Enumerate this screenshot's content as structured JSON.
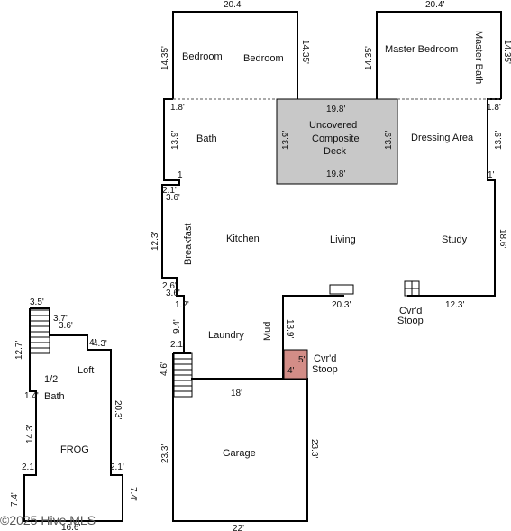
{
  "rooms": {
    "bedroom_1": "Bedroom",
    "bedroom_2": "Bedroom",
    "master_bedroom": "Master Bedroom",
    "master_bath": "Master Bath",
    "bath": "Bath",
    "deck_line1": "Uncovered",
    "deck_line2": "Composite",
    "deck_line3": "Deck",
    "dressing_area": "Dressing Area",
    "kitchen": "Kitchen",
    "living": "Living",
    "study": "Study",
    "breakfast": "Breakfast",
    "laundry": "Laundry",
    "mud": "Mud",
    "cvrd_stoop_1_line1": "Cvr'd",
    "cvrd_stoop_1_line2": "Stoop",
    "cvrd_stoop_2_line1": "Cvr'd",
    "cvrd_stoop_2_line2": "Stoop",
    "garage": "Garage",
    "loft": "Loft",
    "half_bath_line1": "1/2",
    "half_bath_line2": "Bath",
    "frog": "FROG"
  },
  "dimensions": {
    "top_left_width": "20.4'",
    "top_right_width": "20.4'",
    "bedroom_left_height": "14.35'",
    "bedroom_right_height": "14.35'",
    "master_left_height": "14.35'",
    "master_right_height": "14.35'",
    "bath_jog": "1.8'",
    "master_jog": "1.8'",
    "bath_height": "13.9'",
    "dressing_height": "13.9'",
    "deck_top": "19.8'",
    "deck_bottom": "19.8'",
    "deck_left": "13.9'",
    "deck_right": "13.9'",
    "bath_one": "1",
    "dressing_one": "1'",
    "step_a": "2.1'",
    "step_b": "3.6'",
    "breakfast_height": "12.3'",
    "study_height": "18.6'",
    "step_c": "2.6'",
    "step_d": "3.6'",
    "step_e": "1.2'",
    "living_bottom": "20.3'",
    "study_bottom": "12.3'",
    "laundry_height": "9.4'",
    "laundry_step": "2.1'",
    "mud_height": "13.9'",
    "stoop_v": "5'",
    "stoop_h": "4'",
    "garage_left_small": "4.6'",
    "garage_top": "18'",
    "garage_left": "23.3'",
    "garage_right": "23.3'",
    "garage_bottom": "22'",
    "loft_top": "3.5'",
    "loft_step": "3.7'",
    "loft_step_b": "3.6'",
    "loft_left": "12.7'",
    "loft_mid_a": "4'",
    "loft_mid_b": "4.3'",
    "loft_1_4": "1.4'",
    "frog_left": "14.3'",
    "frog_right": "20.3'",
    "frog_step_l": "2.1",
    "frog_step_r": "2.1'",
    "frog_bottom_l": "7.4'",
    "frog_bottom_r": "7.4'",
    "frog_bottom": "16.6'"
  },
  "watermark": "©2025 Hive MLS"
}
